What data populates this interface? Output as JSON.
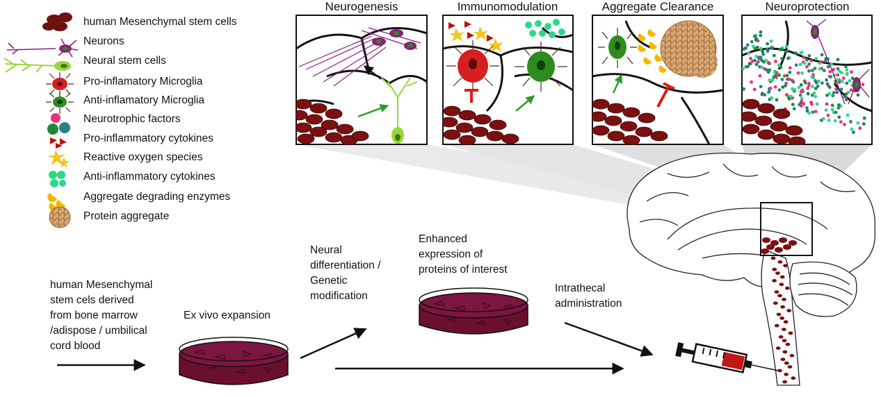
{
  "legend": {
    "items": [
      "human Mesenchymal stem cells",
      "Neurons",
      "Neural stem cells",
      "Pro-inflamatory Microglia",
      "Anti-inflamatory Microglia",
      "Neurotrophic factors",
      "Pro-inflammatory cytokines",
      "Reactive oxygen species",
      "Anti-inflammatory cytokines",
      "Aggregate degrading enzymes",
      "Protein aggregate"
    ]
  },
  "panels": [
    {
      "title": "Neurogenesis"
    },
    {
      "title": "Immunomodulation"
    },
    {
      "title": "Aggregate Clearance"
    },
    {
      "title": "Neuroprotection"
    }
  ],
  "workflow": {
    "source": "human Mesenchymal\nstem cels derived\nfrom bone marrow\n/adispose / umbilical\ncord blood",
    "expansion": "Ex vivo expansion",
    "modification": "Neural\ndifferentiation /\nGenetic\nmodification",
    "enhanced": "Enhanced\nexpression of\nproteins of interest",
    "administration": "Intrathecal\nadministration"
  },
  "colors": {
    "msc": "#7a1010",
    "neuron": "#8a1f7a",
    "neural_stem": "#9ad63a",
    "pro_microglia": "#d62020",
    "anti_microglia": "#2e8b1e",
    "anti_cytokine": "#2bd98a",
    "enzyme": "#f5b800",
    "aggregate": "#c89060",
    "dish": "#6b0f2f",
    "arrow_green": "#2a9d2a",
    "inhibit_red": "#e01b1b"
  }
}
